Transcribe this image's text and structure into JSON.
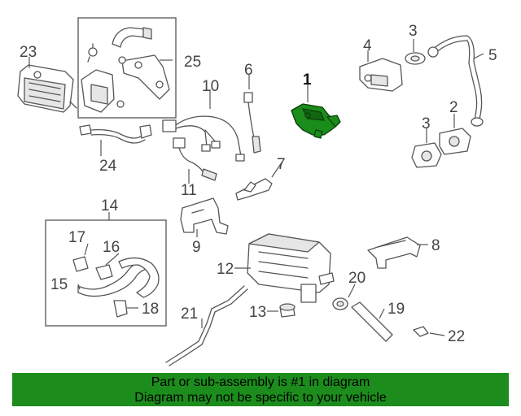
{
  "callouts": {
    "c1": "1",
    "c2": "2",
    "c3a": "3",
    "c3b": "3",
    "c4": "4",
    "c5": "5",
    "c6": "6",
    "c7": "7",
    "c8": "8",
    "c9": "9",
    "c10": "10",
    "c11": "11",
    "c12": "12",
    "c13": "13",
    "c14": "14",
    "c15": "15",
    "c16": "16",
    "c17": "17",
    "c18": "18",
    "c19": "19",
    "c20": "20",
    "c21": "21",
    "c22": "22",
    "c23": "23",
    "c24": "24",
    "c25": "25"
  },
  "banner": {
    "line1": "Part or sub-assembly is #1 in diagram",
    "line2": "Diagram may not be specific to your vehicle"
  },
  "colors": {
    "highlight_part": "#1a8c1a",
    "banner_background": "#1c8c1c",
    "line_art": "#555555"
  }
}
